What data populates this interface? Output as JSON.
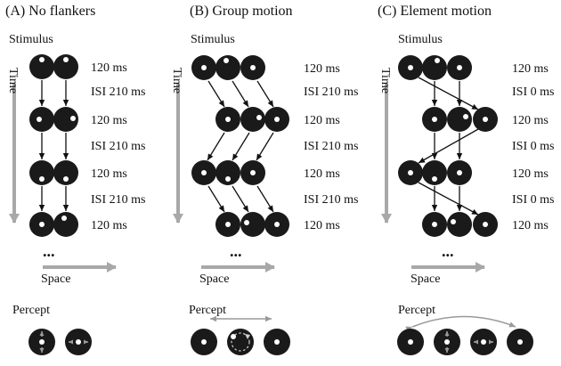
{
  "panels": [
    {
      "title": "(A) No flankers",
      "stimulus_label": "Stimulus",
      "time_label": "Time",
      "space_label": "Space",
      "ellipsis": "...",
      "percept_label": "Percept",
      "timing": [
        "120 ms",
        "ISI 210 ms",
        "120 ms",
        "ISI 210 ms",
        "120 ms",
        "ISI 210 ms",
        "120 ms"
      ]
    },
    {
      "title": "(B) Group motion",
      "stimulus_label": "Stimulus",
      "time_label": "Time",
      "space_label": "Space",
      "ellipsis": "...",
      "percept_label": "Percept",
      "timing": [
        "120 ms",
        "ISI 210 ms",
        "120 ms",
        "ISI 210 ms",
        "120 ms",
        "ISI 210 ms",
        "120 ms"
      ]
    },
    {
      "title": "(C) Element motion",
      "stimulus_label": "Stimulus",
      "time_label": "Time",
      "space_label": "Space",
      "ellipsis": "...",
      "percept_label": "Percept",
      "timing": [
        "120 ms",
        "ISI 0 ms",
        "120 ms",
        "ISI 0 ms",
        "120 ms",
        "ISI 0 ms",
        "120 ms"
      ]
    }
  ],
  "colors": {
    "disc": "#1a1a1a",
    "dot": "#ffffff",
    "axis_arrow": "#a8a8a8",
    "stimulus_arrow": "#111111",
    "percept_arrow": "#9a9a9a"
  }
}
